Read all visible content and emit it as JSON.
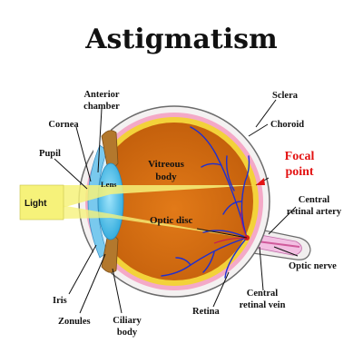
{
  "title": "Astigmatism",
  "labels": {
    "anterior_chamber_1": "Anterior",
    "anterior_chamber_2": "chamber",
    "cornea": "Cornea",
    "pupil": "Pupil",
    "light": "Light",
    "lens": "Lens",
    "vitreous_body_1": "Vitreous",
    "vitreous_body_2": "body",
    "sclera": "Sclera",
    "choroid": "Choroid",
    "focal_point_1": "Focal",
    "focal_point_2": "point",
    "central_retinal_artery_1": "Central",
    "central_retinal_artery_2": "retinal artery",
    "optic_disc": "Optic disc",
    "optic_nerve": "Optic nerve",
    "central_retinal_vein_1": "Central",
    "central_retinal_vein_2": "retinal vein",
    "retina": "Retina",
    "iris": "Iris",
    "zonules": "Zonules",
    "ciliary_body_1": "Ciliary",
    "ciliary_body_2": "body"
  },
  "colors": {
    "focal_label": "#e31313",
    "light_beam": "#f3ef6e",
    "vitreous": "#cf6a10",
    "vessels": "#1f2fd0",
    "cornea": "#79c9ee",
    "lens": "#3cb6e6"
  }
}
